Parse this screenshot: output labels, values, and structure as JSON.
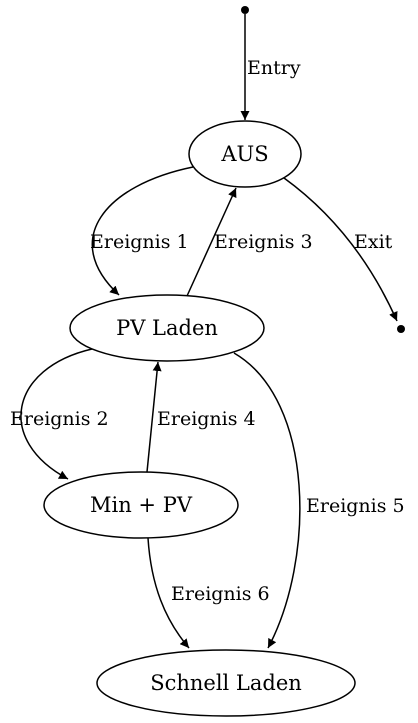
{
  "nodes": {
    "aus": "AUS",
    "pv_laden": "PV Laden",
    "min_pv": "Min + PV",
    "schnell_laden": "Schnell Laden"
  },
  "edges": {
    "entry": "Entry",
    "exit": "Exit",
    "ereignis_1": "Ereignis 1",
    "ereignis_2": "Ereignis 2",
    "ereignis_3": "Ereignis 3",
    "ereignis_4": "Ereignis 4",
    "ereignis_5": "Ereignis 5",
    "ereignis_6": "Ereignis 6"
  }
}
